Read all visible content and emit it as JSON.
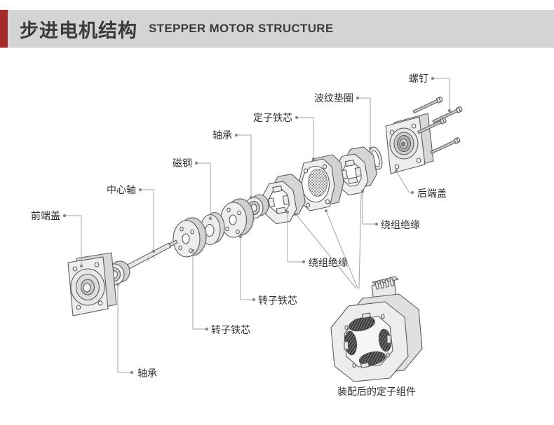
{
  "header": {
    "title_zh": "步进电机结构",
    "title_en": "STEPPER MOTOR STRUCTURE"
  },
  "colors": {
    "accent_red": "#a32c2a",
    "header_bar_gray": "#d4d4d4",
    "line_gray": "#a3a3a3",
    "part_fill": "#ededed",
    "outline": "#5b5b5b"
  },
  "diagram": {
    "type": "exploded-view-diagram",
    "labels": {
      "screws": "螺钉",
      "wave_washer": "波纹垫圈",
      "stator_core": "定子铁芯",
      "bearing_top": "轴承",
      "magnet": "磁钢",
      "center_shaft": "中心轴",
      "front_end_cover": "前端盖",
      "rear_end_cover": "后端盖",
      "winding_insulation_right": "绕组绝缘",
      "winding_insulation_left": "绕组绝缘",
      "rotor_core_right": "转子铁芯",
      "rotor_core_left": "转子铁芯",
      "bearing_bottom": "轴承",
      "assembled_caption": "装配后的定子组件"
    }
  }
}
